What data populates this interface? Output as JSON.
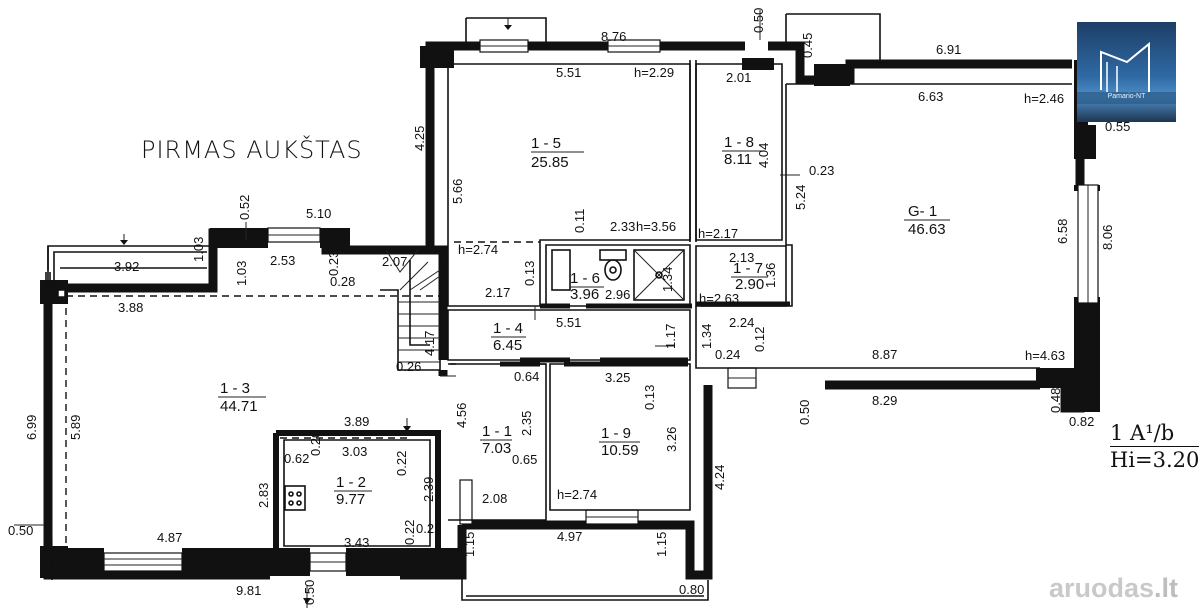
{
  "title": "PIRMAS AUKŠTAS",
  "scale": {
    "top": "1 A¹/b",
    "bottom": "Hi=3.20"
  },
  "logo_text": "Pamario-NT",
  "watermark": {
    "main": "aruodas",
    "tld": ".lt"
  },
  "rooms": [
    {
      "id": "1 - 5",
      "area": "25.85"
    },
    {
      "id": "1 - 8",
      "area": "8.11"
    },
    {
      "id": "G- 1",
      "area": "46.63"
    },
    {
      "id": "1 - 6",
      "area": "3.96"
    },
    {
      "id": "1 - 7",
      "area": "2.90"
    },
    {
      "id": "1 - 4",
      "area": "6.45"
    },
    {
      "id": "1 - 3",
      "area": "44.71"
    },
    {
      "id": "1 - 1",
      "area": "7.03"
    },
    {
      "id": "1 - 9",
      "area": "10.59"
    },
    {
      "id": "1 - 2",
      "area": "9.77"
    }
  ],
  "dimensions": [
    "8.76",
    "0.50",
    "0.45",
    "6.91",
    "5.51",
    "h=2.29",
    "2.01",
    "6.63",
    "h=2.46",
    "0.55",
    "4.25",
    "5.66",
    "4.04",
    "0.23",
    "5.24",
    "6.58",
    "8.06",
    "0.11",
    "2.33",
    "h=3.56",
    "h=2.17",
    "0.52",
    "5.10",
    "h=2.74",
    "2.13",
    "1.36",
    "1.03",
    "1.03",
    "3.92",
    "2.53",
    "0.23",
    "0.28",
    "2.07",
    "0.13",
    "2.96",
    "1.34",
    "h=2.63",
    "3.88",
    "2.17",
    "5.51",
    "2.24",
    "0.12",
    "1.17",
    "1.34",
    "4.17",
    "0.26",
    "0.24",
    "8.87",
    "h=4.63",
    "0.64",
    "3.25",
    "0.13",
    "4.56",
    "8.29",
    "0.50",
    "0.48",
    "0.82",
    "2.35",
    "3.89",
    "3.26",
    "6.99",
    "5.89",
    "0.62",
    "0.20",
    "3.03",
    "0.22",
    "0.65",
    "4.24",
    "2.83",
    "2.39",
    "h=2.74",
    "0.50",
    "2.08",
    "4.87",
    "0.22",
    "0.22",
    "4.97",
    "3.43",
    "1.15",
    "1.15",
    "9.81",
    "0.50",
    "0.80"
  ]
}
